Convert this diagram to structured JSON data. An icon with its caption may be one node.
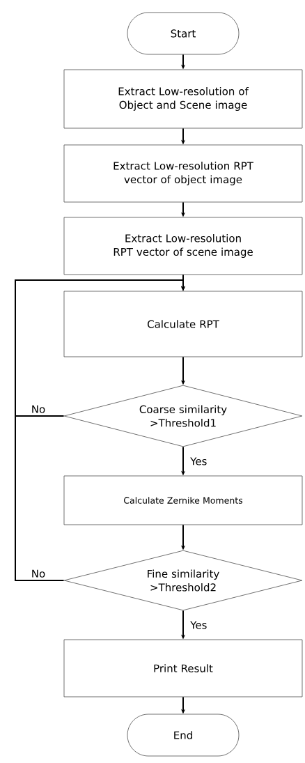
{
  "diagram": {
    "nodes": [
      {
        "text": [
          "Start"
        ]
      },
      {
        "text": [
          "Extract Low-resolution of Object and Scene image"
        ]
      },
      {
        "text": [
          "Extract Low-resolution RPT vector of object image"
        ]
      },
      {
        "text": [
          "Extract Low-resolution RPT vector of scene image"
        ]
      },
      {
        "text": [
          "Calculate RPT"
        ]
      },
      {
        "text": [
          "Coarse similarity >Threshold1"
        ]
      },
      {
        "text": [
          "Calculate Zernike Moments"
        ]
      },
      {
        "text": [
          "Fine similarity >Threshold2"
        ]
      },
      {
        "text": [
          "Print Result"
        ]
      },
      {
        "text": [
          "End"
        ]
      }
    ],
    "edges": [
      {
        "from": 0,
        "to": 1,
        "arrow": "to"
      },
      {
        "from": 1,
        "to": 2,
        "arrow": "to"
      },
      {
        "from": 2,
        "to": 3,
        "arrow": "to"
      },
      {
        "from": 3,
        "to": 4,
        "arrow": "to"
      },
      {
        "from": 4,
        "to": 5,
        "arrow": "to"
      },
      {
        "from": 5,
        "to": 6,
        "arrow": "to",
        "label": "Yes"
      },
      {
        "from": 6,
        "to": 7,
        "arrow": "to"
      },
      {
        "from": 7,
        "to": 8,
        "arrow": "to",
        "label": "Yes"
      },
      {
        "from": 8,
        "to": 9,
        "arrow": "to"
      },
      {
        "from": 5,
        "to": 4,
        "arrow": "to",
        "label": "No"
      },
      {
        "from": 7,
        "to": 4,
        "arrow": "to",
        "label": "No"
      }
    ]
  }
}
